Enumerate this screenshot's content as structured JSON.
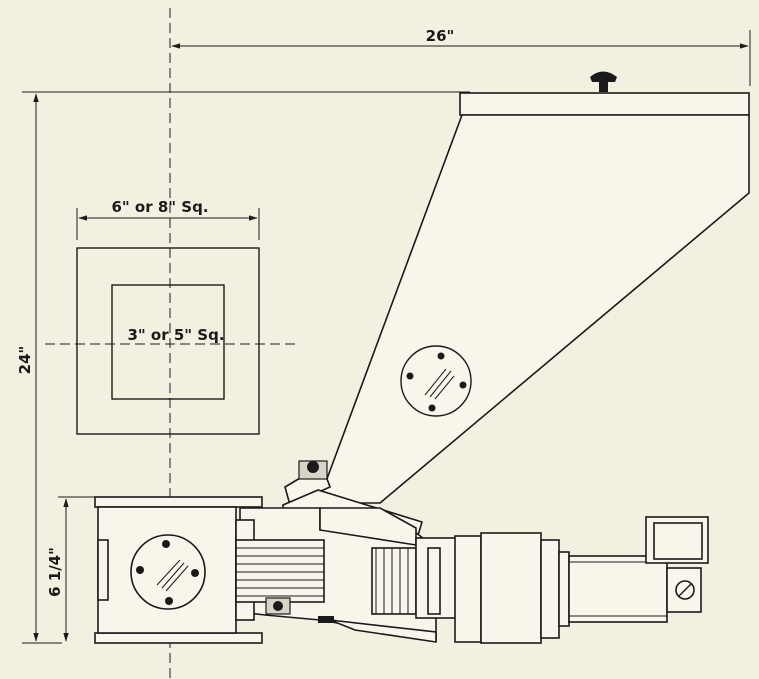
{
  "dimensions": {
    "overall_width": "26\"",
    "overall_height": "24\"",
    "base_height": "6 1/4\"",
    "outer_square": "6\" or 8\" Sq.",
    "inner_square": "3\" or 5\" Sq."
  },
  "colors": {
    "paper": "#f4f0e1",
    "ink": "#1a1a1a"
  }
}
